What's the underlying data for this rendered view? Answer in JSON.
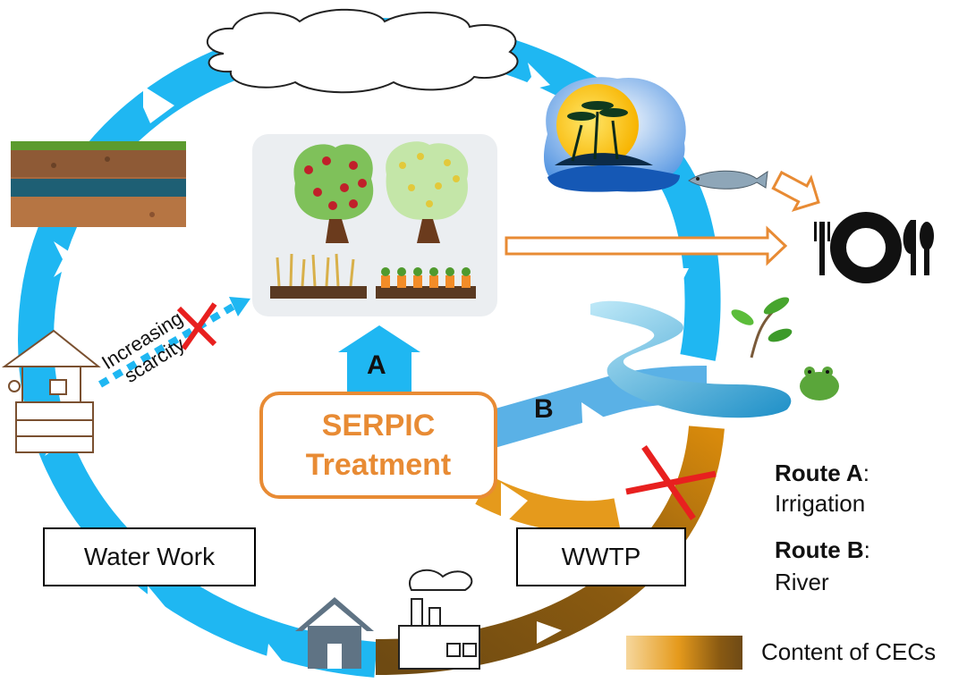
{
  "boxes": {
    "water_work": "Water Work",
    "wwtp": "WWTP"
  },
  "serpic": {
    "line1": "SERPIC",
    "line2": "Treatment"
  },
  "routes": {
    "a_label": "A",
    "b_label": "B"
  },
  "scarcity": {
    "line1": "Increasing",
    "line2": "scarcity"
  },
  "legend": {
    "route_a_title": "Route A",
    "route_a_desc": "Irrigation",
    "route_b_title": "Route B",
    "route_b_desc": "River",
    "cec_label": "Content of CECs"
  },
  "colors": {
    "cycle_blue": "#1fb7f2",
    "route_b_blue": "#5ab1e6",
    "serpic_orange": "#e88b34",
    "cec_dark": "#7a4f10",
    "cross_red": "#e8201f"
  },
  "icons": [
    "cloud-icon",
    "soil-layers-icon",
    "well-icon",
    "trees-crops-icon",
    "island-sun-icon",
    "fish-icon",
    "plate-cutlery-icon",
    "river-icon",
    "plant-icon",
    "frog-icon",
    "house-icon",
    "factory-icon"
  ]
}
